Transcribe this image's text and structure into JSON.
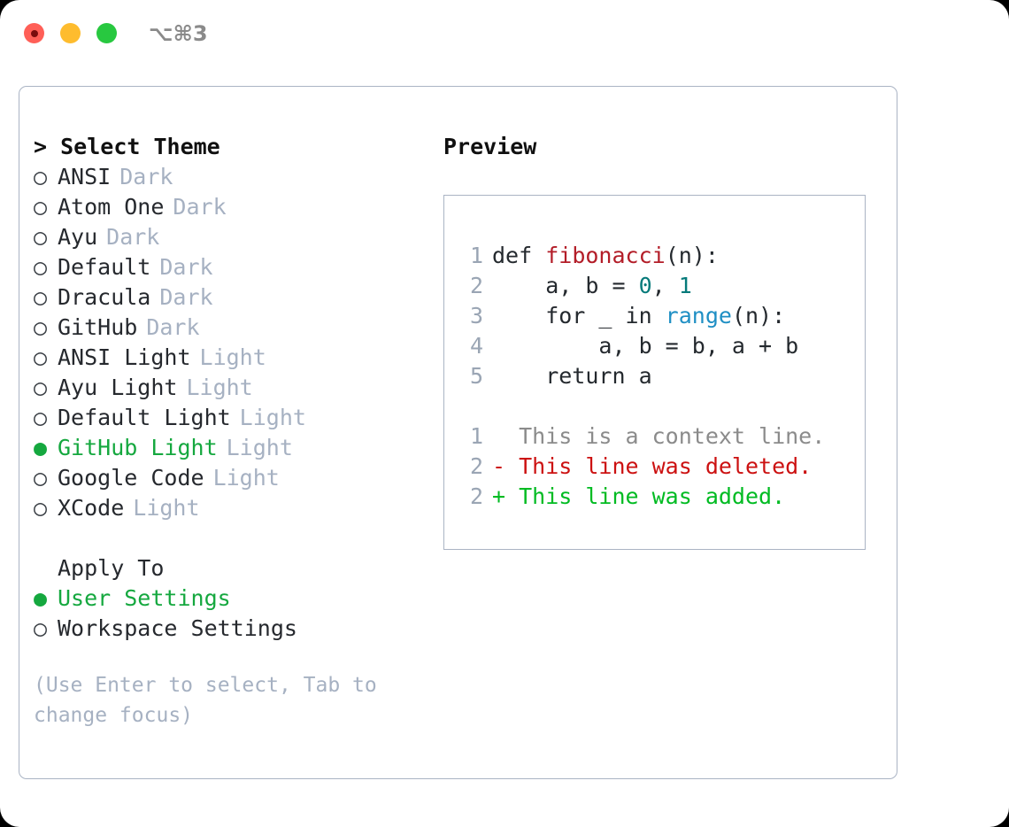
{
  "window": {
    "shortcut": "⌥⌘3",
    "traffic_lights": [
      {
        "name": "close",
        "color": "#ff5f57"
      },
      {
        "name": "minimize",
        "color": "#febc2e"
      },
      {
        "name": "maximize",
        "color": "#28c840"
      }
    ]
  },
  "colors": {
    "selected_green": "#15a83f",
    "muted": "#a6b1c2",
    "text": "#26292e",
    "border": "#aab4c4",
    "diff_add": "#00bb22",
    "diff_del": "#cc1111",
    "syntax_fn": "#b31d28",
    "syntax_num": "#067a7a",
    "syntax_builtin": "#1f8fc4"
  },
  "theme_list": {
    "header": "Select Theme",
    "header_caret": "> ",
    "bullet_selected": "●",
    "bullet_unselected": "○",
    "items": [
      {
        "name": "ANSI",
        "kind": "Dark",
        "selected": false
      },
      {
        "name": "Atom One",
        "kind": "Dark",
        "selected": false
      },
      {
        "name": "Ayu",
        "kind": "Dark",
        "selected": false
      },
      {
        "name": "Default",
        "kind": "Dark",
        "selected": false
      },
      {
        "name": "Dracula",
        "kind": "Dark",
        "selected": false
      },
      {
        "name": "GitHub",
        "kind": "Dark",
        "selected": false
      },
      {
        "name": "ANSI Light",
        "kind": "Light",
        "selected": false
      },
      {
        "name": "Ayu Light",
        "kind": "Light",
        "selected": false
      },
      {
        "name": "Default Light",
        "kind": "Light",
        "selected": false
      },
      {
        "name": "GitHub Light",
        "kind": "Light",
        "selected": true
      },
      {
        "name": "Google Code",
        "kind": "Light",
        "selected": false
      },
      {
        "name": "XCode",
        "kind": "Light",
        "selected": false
      }
    ]
  },
  "apply_to": {
    "header": "Apply To",
    "items": [
      {
        "name": "User Settings",
        "selected": true
      },
      {
        "name": "Workspace Settings",
        "selected": false
      }
    ]
  },
  "help_text": "(Use Enter to select, Tab to change focus)",
  "preview": {
    "header": "Preview",
    "code_lines": [
      {
        "num": "1",
        "segments": [
          {
            "text": "def ",
            "type": "plain"
          },
          {
            "text": "fibonacci",
            "type": "fn"
          },
          {
            "text": "(n):",
            "type": "plain"
          }
        ]
      },
      {
        "num": "2",
        "segments": [
          {
            "text": "    a, b = ",
            "type": "plain"
          },
          {
            "text": "0",
            "type": "num"
          },
          {
            "text": ", ",
            "type": "plain"
          },
          {
            "text": "1",
            "type": "num"
          }
        ]
      },
      {
        "num": "3",
        "segments": [
          {
            "text": "    for _ in ",
            "type": "plain"
          },
          {
            "text": "range",
            "type": "builtin"
          },
          {
            "text": "(n):",
            "type": "plain"
          }
        ]
      },
      {
        "num": "4",
        "segments": [
          {
            "text": "        a, b = b, a + b",
            "type": "plain"
          }
        ]
      },
      {
        "num": "5",
        "segments": [
          {
            "text": "    return a",
            "type": "plain"
          }
        ]
      }
    ],
    "diff_lines": [
      {
        "num": "1",
        "marker": "  ",
        "text": "This is a context line.",
        "type": "context"
      },
      {
        "num": "2",
        "marker": "- ",
        "text": "This line was deleted.",
        "type": "del"
      },
      {
        "num": "2",
        "marker": "+ ",
        "text": "This line was added.",
        "type": "add"
      }
    ]
  }
}
